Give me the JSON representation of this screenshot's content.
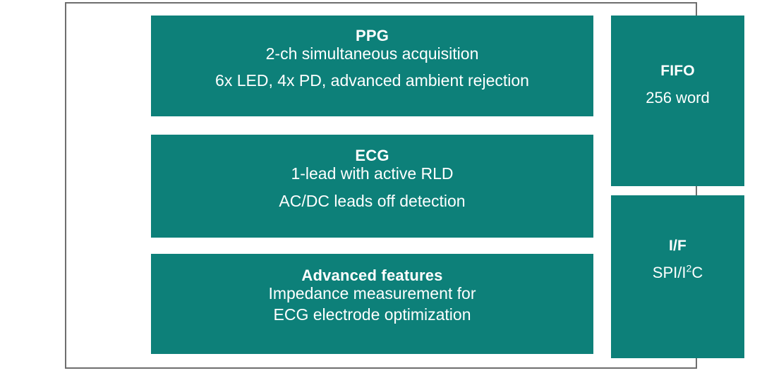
{
  "diagram": {
    "frame_border_color": "#6e6e6e",
    "block_color": "#0d8079",
    "text_color": "#ffffff",
    "left_column": [
      {
        "id": "ppg",
        "title": "PPG",
        "lines": [
          "2-ch simultaneous acquisition",
          "6x LED, 4x PD, advanced ambient rejection"
        ]
      },
      {
        "id": "ecg",
        "title": "ECG",
        "lines": [
          "1-lead with active RLD",
          "AC/DC leads off detection"
        ]
      },
      {
        "id": "advanced",
        "title": "Advanced features",
        "lines": [
          "Impedance measurement for",
          "ECG electrode optimization"
        ]
      }
    ],
    "right_column": [
      {
        "id": "fifo",
        "title": "FIFO",
        "lines": [
          "256 word"
        ]
      },
      {
        "id": "interface",
        "title": "I/F",
        "lines_rich": [
          {
            "prefix": "SPI/I",
            "sup": "2",
            "suffix": "C"
          }
        ]
      }
    ]
  }
}
